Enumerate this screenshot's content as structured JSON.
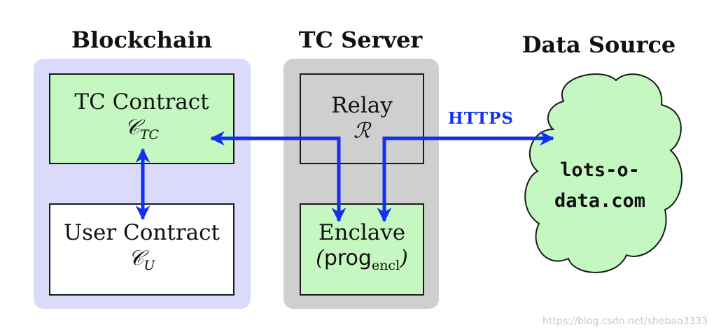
{
  "colors": {
    "blockchain_panel": "#dadafb",
    "server_panel": "#cfcfcf",
    "contract_box": "#c5f8c0",
    "cloud_fill": "#c5f8c0",
    "arrow": "#1330ee"
  },
  "headings": {
    "blockchain": "Blockchain",
    "tc_server": "TC Server",
    "data_source": "Data Source"
  },
  "boxes": {
    "tc_contract": {
      "name": "TC Contract",
      "symbol": "𝒞",
      "subscript": "TC"
    },
    "user_contract": {
      "name": "User Contract",
      "symbol": "𝒞",
      "subscript": "U"
    },
    "relay": {
      "name": "Relay",
      "symbol": "ℛ"
    },
    "enclave": {
      "name": "Enclave",
      "open": "(",
      "prog": "prog",
      "prog_sub": "encl",
      "close": ")"
    }
  },
  "cloud": {
    "line1": "lots-o-",
    "line2": "data.com"
  },
  "edge_label": "HTTPS",
  "watermark": "https://blog.csdn.net/shebao3333"
}
